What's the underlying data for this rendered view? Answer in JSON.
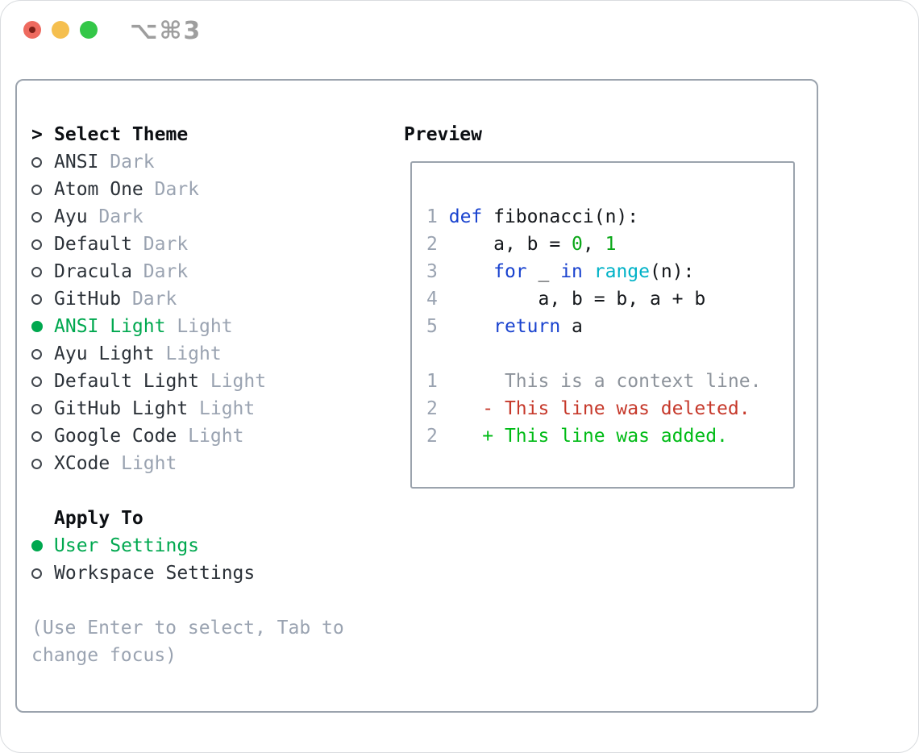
{
  "window": {
    "title": "⌥⌘3"
  },
  "theme_list": {
    "prompt": ">",
    "header": "Select Theme",
    "items": [
      {
        "name": "ANSI",
        "variant": "Dark",
        "selected": false
      },
      {
        "name": "Atom One",
        "variant": "Dark",
        "selected": false
      },
      {
        "name": "Ayu",
        "variant": "Dark",
        "selected": false
      },
      {
        "name": "Default",
        "variant": "Dark",
        "selected": false
      },
      {
        "name": "Dracula",
        "variant": "Dark",
        "selected": false
      },
      {
        "name": "GitHub",
        "variant": "Dark",
        "selected": false
      },
      {
        "name": "ANSI Light",
        "variant": "Light",
        "selected": true
      },
      {
        "name": "Ayu Light",
        "variant": "Light",
        "selected": false
      },
      {
        "name": "Default Light",
        "variant": "Light",
        "selected": false
      },
      {
        "name": "GitHub Light",
        "variant": "Light",
        "selected": false
      },
      {
        "name": "Google Code",
        "variant": "Light",
        "selected": false
      },
      {
        "name": "XCode",
        "variant": "Light",
        "selected": false
      }
    ]
  },
  "apply_to": {
    "header": "Apply To",
    "options": [
      {
        "label": "User Settings",
        "selected": true
      },
      {
        "label": "Workspace Settings",
        "selected": false
      }
    ]
  },
  "help": {
    "line1": "(Use Enter to select, Tab to",
    "line2": "change focus)"
  },
  "preview": {
    "header": "Preview",
    "code_lines": [
      {
        "num": "1",
        "tokens": [
          {
            "c": "pl",
            "t": " "
          },
          {
            "c": "kw",
            "t": "def"
          },
          {
            "c": "pl",
            "t": " fibonacci(n):"
          }
        ]
      },
      {
        "num": "2",
        "tokens": [
          {
            "c": "pl",
            "t": "     a, b = "
          },
          {
            "c": "num",
            "t": "0"
          },
          {
            "c": "pl",
            "t": ", "
          },
          {
            "c": "num",
            "t": "1"
          }
        ]
      },
      {
        "num": "3",
        "tokens": [
          {
            "c": "pl",
            "t": "     "
          },
          {
            "c": "kw",
            "t": "for"
          },
          {
            "c": "pl",
            "t": " _ "
          },
          {
            "c": "kw",
            "t": "in"
          },
          {
            "c": "pl",
            "t": " "
          },
          {
            "c": "fn",
            "t": "range"
          },
          {
            "c": "pl",
            "t": "(n):"
          }
        ]
      },
      {
        "num": "4",
        "tokens": [
          {
            "c": "pl",
            "t": "         a, b = b, a + b"
          }
        ]
      },
      {
        "num": "5",
        "tokens": [
          {
            "c": "pl",
            "t": "     "
          },
          {
            "c": "kw",
            "t": "return"
          },
          {
            "c": "pl",
            "t": " a"
          }
        ]
      }
    ],
    "diff_lines": [
      {
        "num": "1",
        "kind": "context",
        "text": "      This is a context line."
      },
      {
        "num": "2",
        "kind": "deleted",
        "text": "    - This line was deleted."
      },
      {
        "num": "2",
        "kind": "added",
        "text": "    + This line was added."
      }
    ]
  },
  "colors": {
    "accent_green": "#00a84f",
    "added_green": "#00bb16",
    "deleted_red": "#c6392b",
    "keyword_blue": "#1a43cf",
    "builtin_cyan": "#00b2c7",
    "literal_green": "#0aa718",
    "muted_gray": "#9aa3b1",
    "context_gray": "#8d939b",
    "text_dark": "#2b3138",
    "heading_black": "#0c0f13",
    "code_text": "#15181c",
    "border_gray": "#9ba3ad",
    "title_gray": "#9e9e9e",
    "traffic_red": "#ee6a5f",
    "traffic_red_inner": "#7c1f17",
    "traffic_yellow": "#f5bf4f",
    "traffic_green": "#34c748"
  }
}
